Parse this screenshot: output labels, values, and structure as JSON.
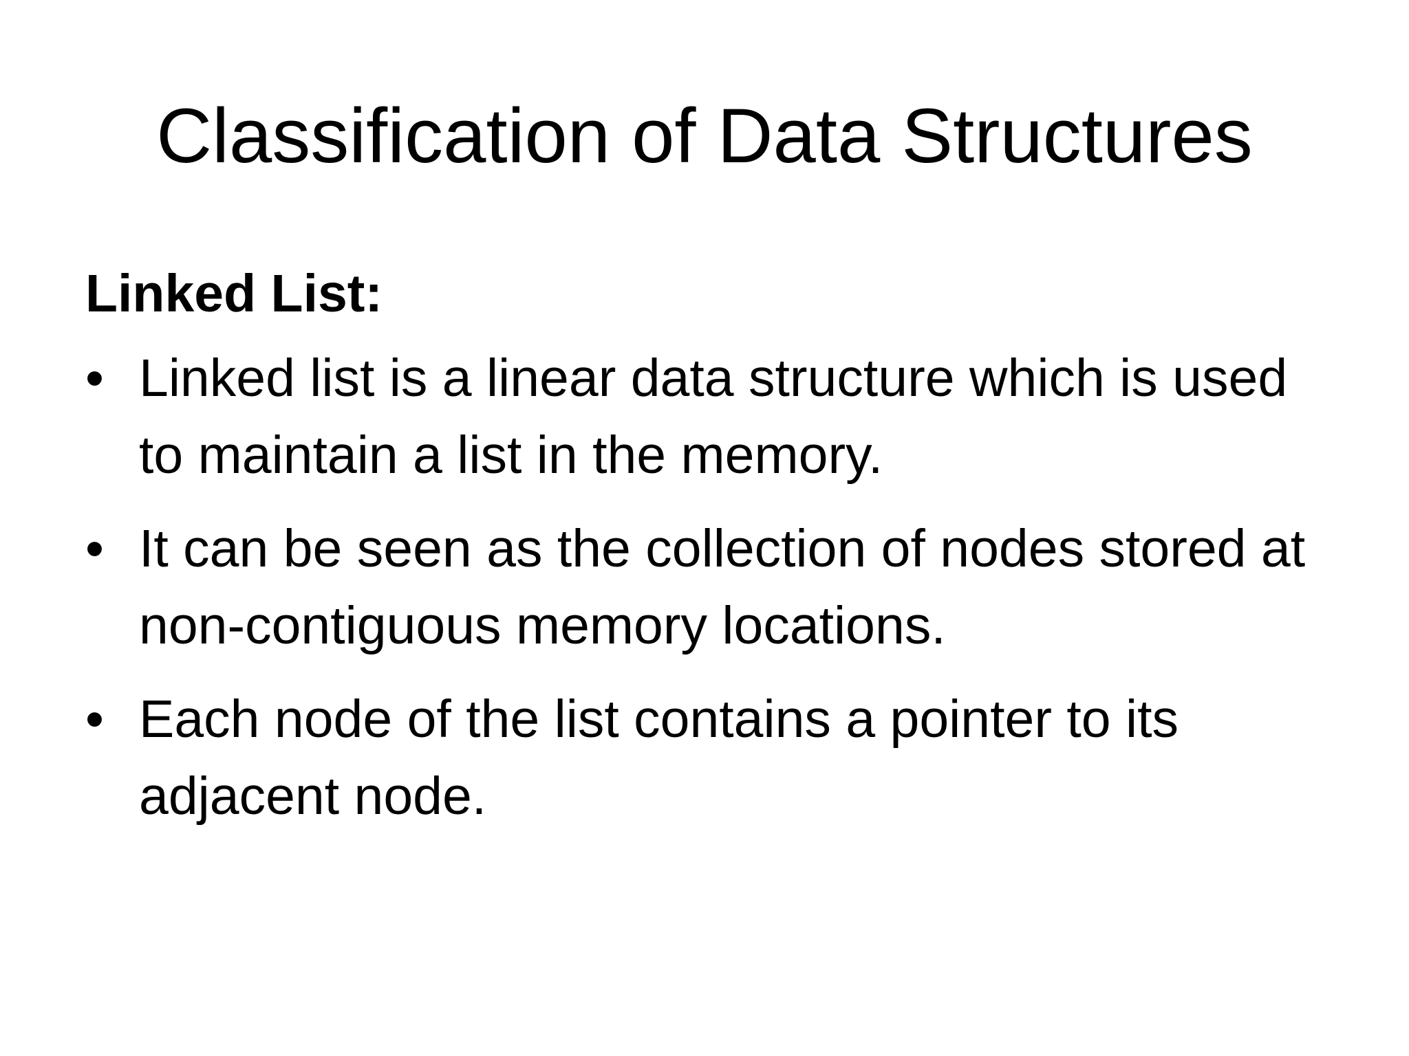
{
  "slide": {
    "title": "Classification of Data Structures",
    "heading": "Linked List:",
    "bullet_symbol": "•",
    "bullets": [
      "Linked list is a linear data structure which is used to maintain a list in the memory.",
      "It can be seen as the collection of nodes stored at non-contiguous memory locations.",
      "Each node of the list contains a pointer to its adjacent node."
    ]
  },
  "colors": {
    "background": "#ffffff",
    "text": "#000000"
  }
}
